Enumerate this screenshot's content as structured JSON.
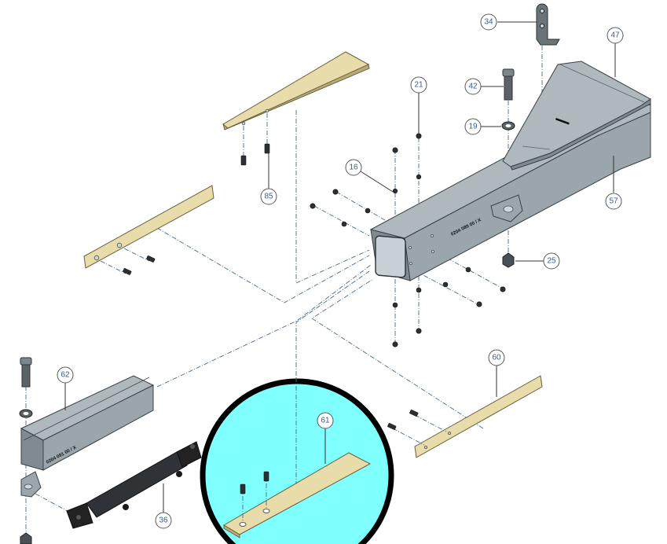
{
  "diagram": {
    "type": "exploded-assembly-view",
    "background": "#ffffff",
    "detail_circle_fill": "#80ffff",
    "balloon_text_color": "#3b5a8a",
    "part_stamps": {
      "main_tube": "0204 089 00 / X",
      "inner_tube": "0204 091 00 / X"
    },
    "balloons": [
      {
        "id": "b34",
        "label": "34",
        "part": "L-bracket"
      },
      {
        "id": "b47",
        "label": "47",
        "part": "tapered top plate"
      },
      {
        "id": "b42",
        "label": "42",
        "part": "hex bolt"
      },
      {
        "id": "b19",
        "label": "19",
        "part": "washer"
      },
      {
        "id": "b21",
        "label": "21",
        "part": "nut"
      },
      {
        "id": "b16",
        "label": "16",
        "part": "bolt"
      },
      {
        "id": "b57",
        "label": "57",
        "part": "main square tube"
      },
      {
        "id": "b25",
        "label": "25",
        "part": "lock nut"
      },
      {
        "id": "b85",
        "label": "85",
        "part": "countersunk screw"
      },
      {
        "id": "b62",
        "label": "62",
        "part": "inner square tube"
      },
      {
        "id": "b60",
        "label": "60",
        "part": "side wear strip"
      },
      {
        "id": "b61",
        "label": "61",
        "part": "bottom wear strip"
      },
      {
        "id": "b36",
        "label": "36",
        "part": "hydraulic cylinder"
      }
    ]
  }
}
